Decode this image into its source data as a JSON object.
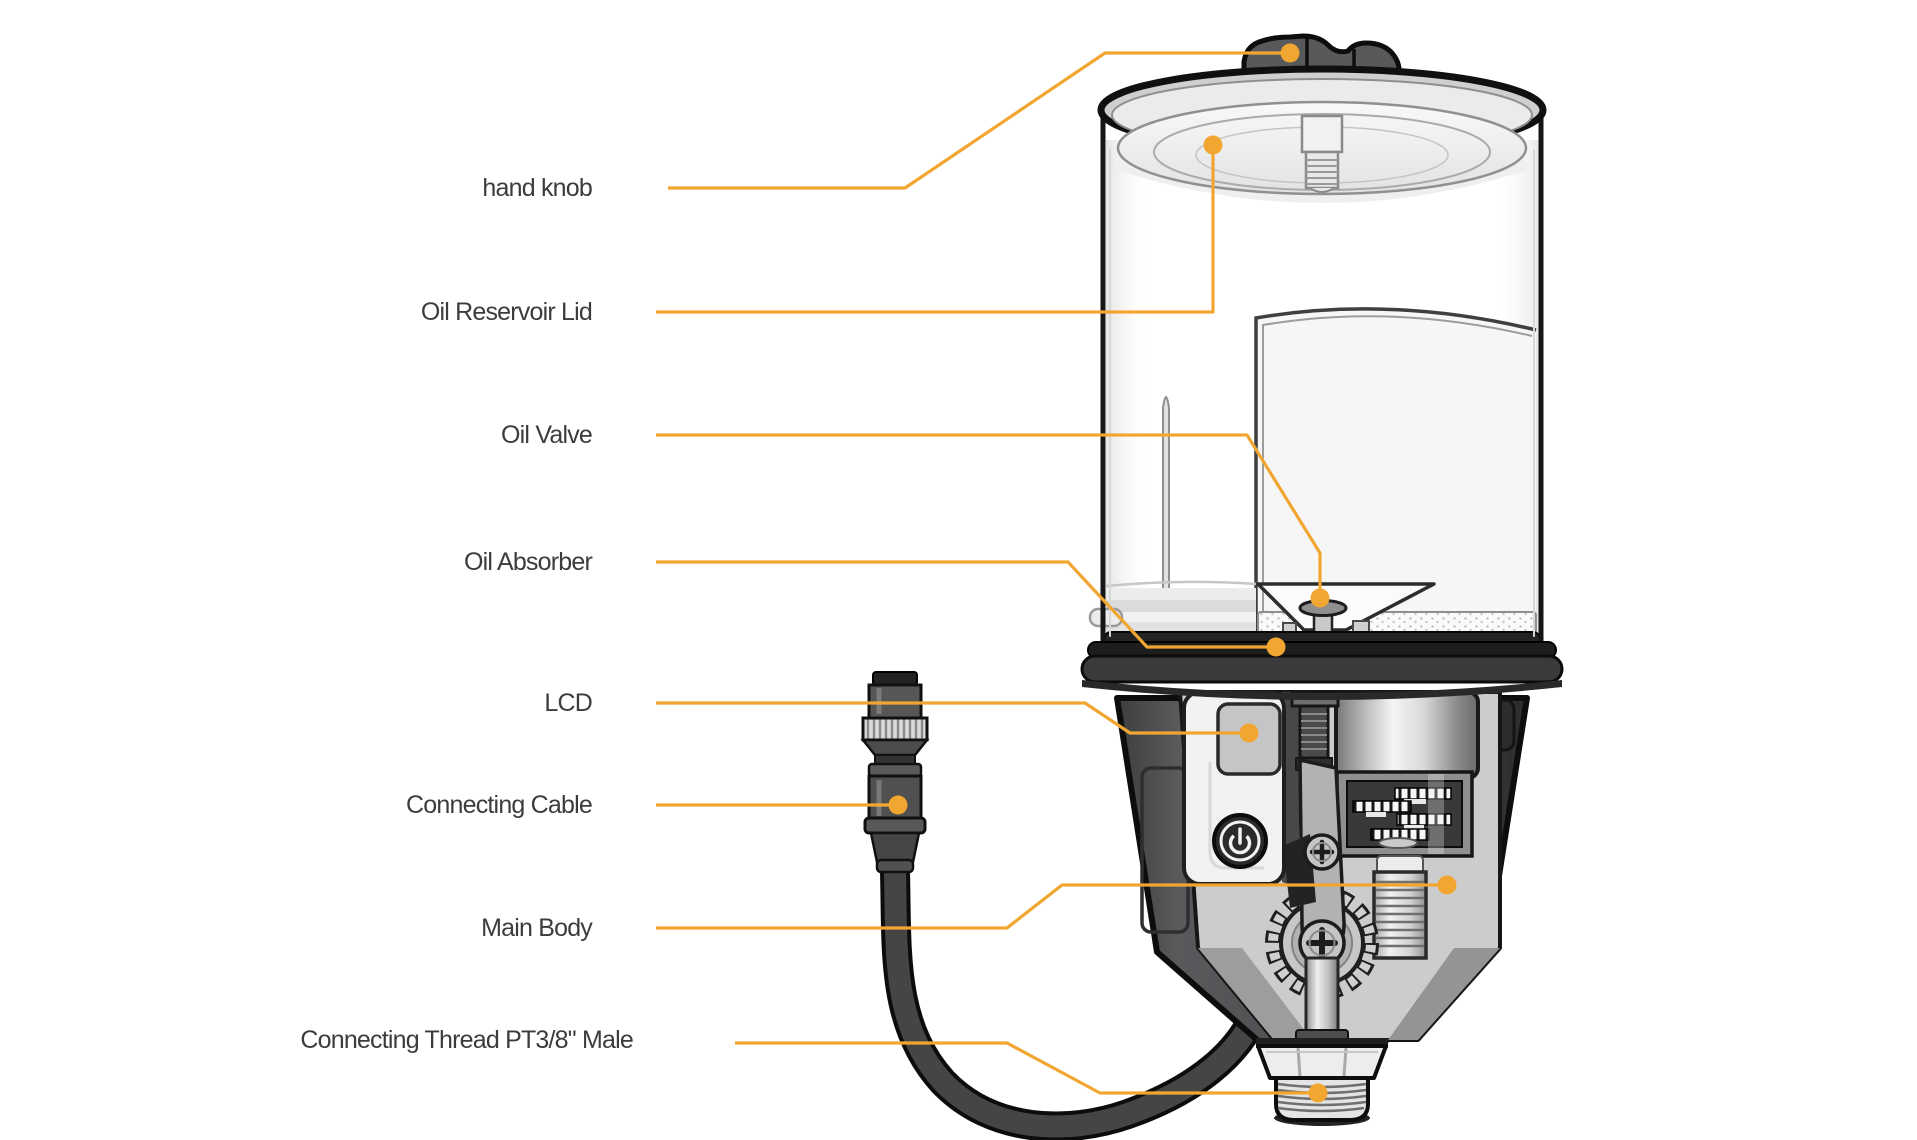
{
  "diagram": {
    "accent_color": "#F2A632",
    "label_text_color": "#3C3C3C",
    "callouts": [
      {
        "id": "hand-knob",
        "label": "hand knob"
      },
      {
        "id": "oil-reservoir-lid",
        "label": "Oil Reservoir Lid"
      },
      {
        "id": "oil-valve",
        "label": "Oil Valve"
      },
      {
        "id": "oil-absorber",
        "label": "Oil Absorber"
      },
      {
        "id": "lcd",
        "label": "LCD"
      },
      {
        "id": "connecting-cable",
        "label": "Connecting Cable"
      },
      {
        "id": "main-body",
        "label": "Main Body"
      },
      {
        "id": "connecting-thread",
        "label": "Connecting Thread PT3/8\" Male"
      }
    ],
    "icons": [
      {
        "name": "power-icon",
        "glyph": "circle-with-bar power symbol"
      }
    ]
  }
}
